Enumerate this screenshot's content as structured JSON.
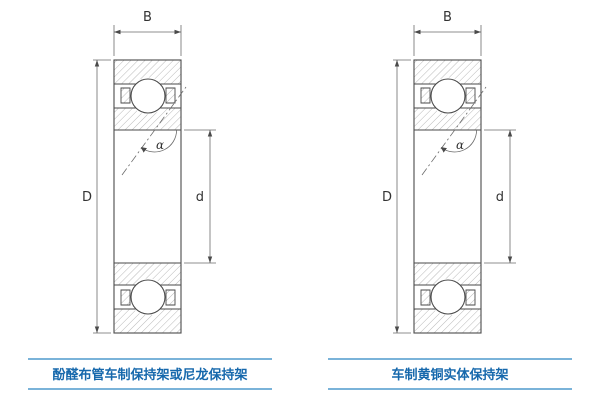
{
  "colors": {
    "caption_text": "#1668ac",
    "rule": "#7ab3d9",
    "line_art": "#4a4a4a",
    "background": "#ffffff"
  },
  "figures": [
    {
      "labels": {
        "width": "B",
        "outer_diameter": "D",
        "bore_diameter": "d",
        "contact_angle": "α"
      },
      "caption": "酚醛布管车制保持架或尼龙保持架"
    },
    {
      "labels": {
        "width": "B",
        "outer_diameter": "D",
        "bore_diameter": "d",
        "contact_angle": "α"
      },
      "caption": "车制黄铜实体保持架"
    }
  ]
}
